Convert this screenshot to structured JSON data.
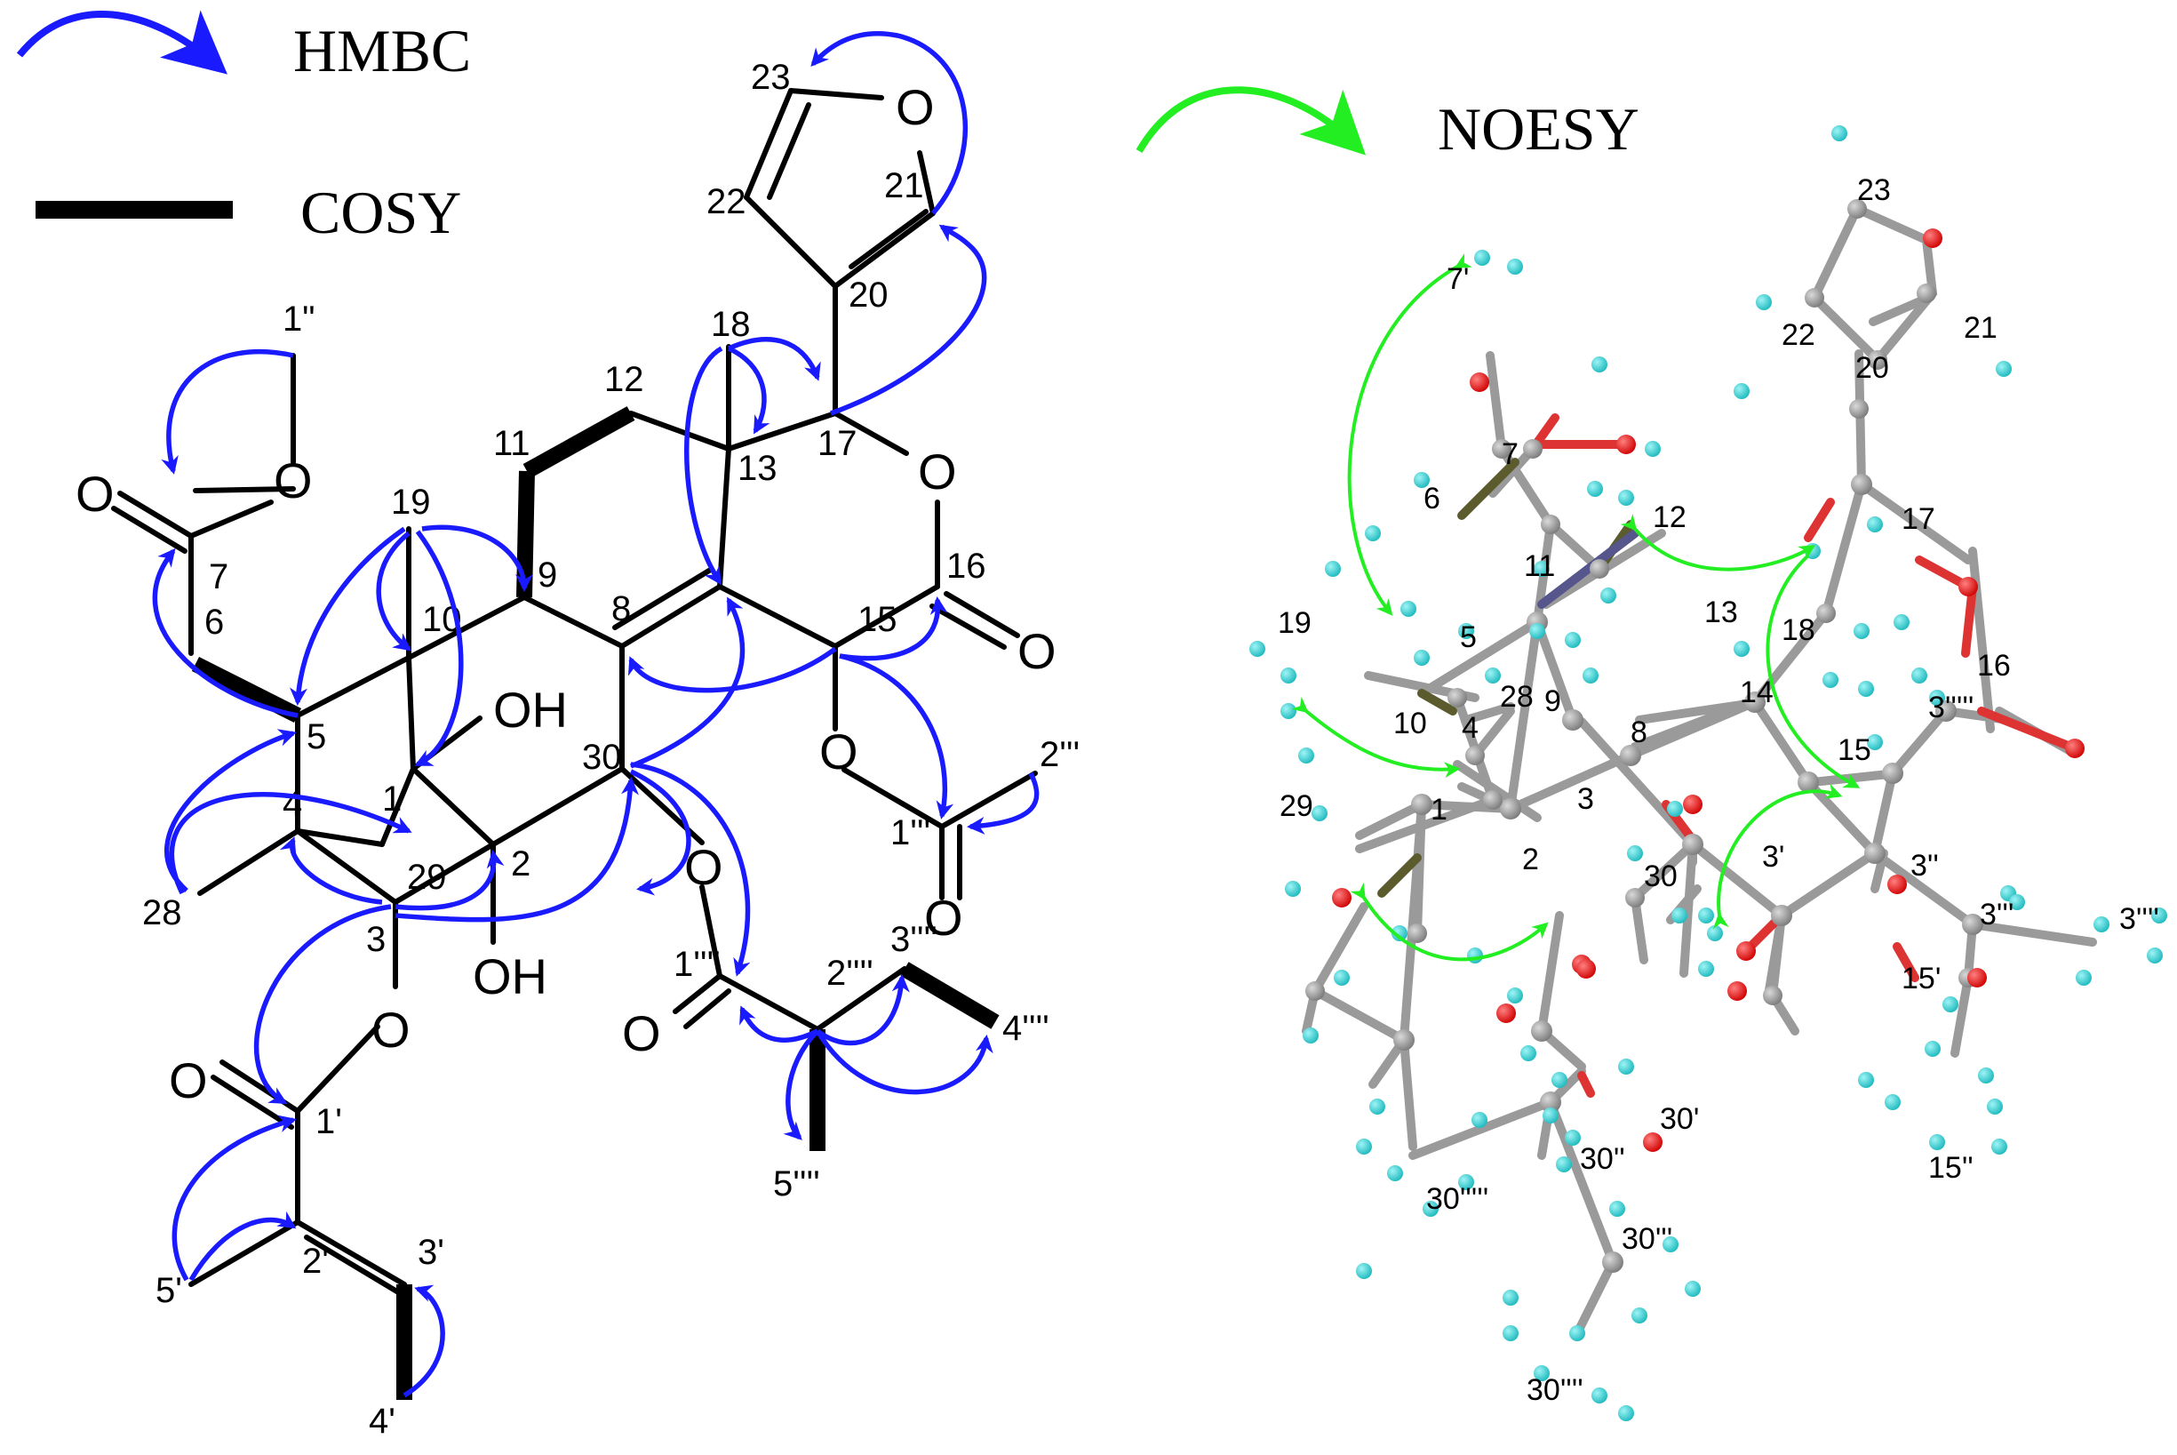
{
  "legend": {
    "hmbc": "HMBC",
    "cosy": "COSY",
    "noesy": "NOESY"
  },
  "colors": {
    "hmbc": "#1a1aff",
    "noesy": "#22ee22",
    "bond": "#000000",
    "carbon": "#8a8a8a",
    "hydrogen": "#27d3d6",
    "oxygen": "#ee1111",
    "nitrogen": "#56568c",
    "bond3d": "#9a9a9a",
    "bond3d_dark": "#5b5b2e"
  },
  "structure": {
    "hetero": {
      "o_ester7": "O",
      "o_methoxy": "O",
      "o_furan": "O",
      "o_ring": "O",
      "o_lactone": "O",
      "o_15": "O",
      "o_acetyl": "O",
      "o_30": "O",
      "o_ester1m": "O",
      "o_3": "O",
      "o_1p": "O",
      "oh_1": "OH",
      "oh_2": "OH"
    },
    "atoms": {
      "c1pp": "1\"",
      "c7": "7",
      "c6": "6",
      "c19": "19",
      "c10": "10",
      "c5": "5",
      "c4": "4",
      "c28": "28",
      "c1": "1",
      "c29": "29",
      "c3": "3",
      "c2": "2",
      "c9": "9",
      "c11": "11",
      "c12": "12",
      "c13": "13",
      "c18": "18",
      "c17": "17",
      "c8": "8",
      "c30": "30",
      "c15": "15",
      "c16": "16",
      "c20": "20",
      "c21": "21",
      "c22": "22",
      "c23": "23",
      "c2ppp": "2'''",
      "c1ppp": "1'''",
      "c1pppp": "1''''",
      "c2pppp": "2''''",
      "c3pppp": "3''''",
      "c4pppp": "4''''",
      "c5pppp": "5''''",
      "c1p": "1'",
      "c2p": "2'",
      "c3p": "3'",
      "c4p": "4'",
      "c5p": "5'"
    }
  },
  "model": {
    "labels": {
      "m7p": "7'",
      "m7": "7",
      "m6": "6",
      "m11": "11",
      "m12": "12",
      "m13": "13",
      "m17": "17",
      "m18": "18",
      "m16": "16",
      "m19": "19",
      "m5": "5",
      "m28": "28",
      "m9": "9",
      "m8": "8",
      "m14": "14",
      "m15": "15",
      "m10": "10",
      "m4": "4",
      "m29": "29",
      "m1": "1",
      "m3": "3",
      "m2": "2",
      "m30": "30",
      "m3p": "3'",
      "m3pp": "3''",
      "m3ppppp": "3'''''",
      "m3ppp": "3'''",
      "m3pppp": "3''''",
      "m15p": "15'",
      "m15pp": "15''",
      "m30p": "30'",
      "m30pp": "30''",
      "m30ppppp": "30'''''",
      "m30ppp": "30'''",
      "m30pppp": "30''''",
      "m20": "20",
      "m21": "21",
      "m22": "22",
      "m23": "23"
    }
  }
}
